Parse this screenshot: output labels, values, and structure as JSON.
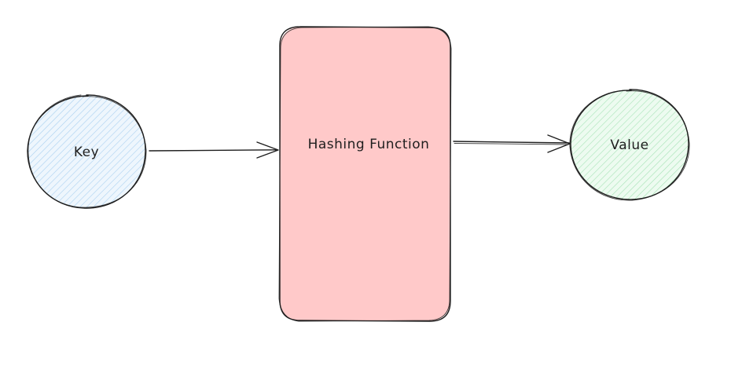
{
  "diagram": {
    "nodes": {
      "key": {
        "label": "Key",
        "fill": "#d9ecfb"
      },
      "hashing_function": {
        "label": "Hashing Function",
        "fill": "#ffc9c9"
      },
      "value": {
        "label": "Value",
        "fill": "#d3f5dc"
      }
    },
    "edges": [
      {
        "from": "Key",
        "to": "Hashing Function"
      },
      {
        "from": "Hashing Function",
        "to": "Value"
      }
    ],
    "stroke_color": "#1e1e1e"
  }
}
